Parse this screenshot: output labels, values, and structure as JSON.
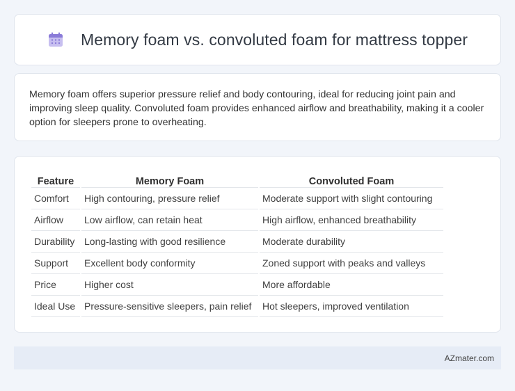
{
  "header": {
    "title": "Memory foam vs. convoluted foam for mattress topper",
    "icon": "calendar-icon",
    "icon_color": "#8a7bd8"
  },
  "summary": {
    "text": "Memory foam offers superior pressure relief and body contouring, ideal for reducing joint pain and improving sleep quality. Convoluted foam provides enhanced airflow and breathability, making it a cooler option for sleepers prone to overheating."
  },
  "table": {
    "headers": [
      "Feature",
      "Memory Foam",
      "Convoluted Foam"
    ],
    "rows": [
      [
        "Comfort",
        "High contouring, pressure relief",
        "Moderate support with slight contouring"
      ],
      [
        "Airflow",
        "Low airflow, can retain heat",
        "High airflow, enhanced breathability"
      ],
      [
        "Durability",
        "Long-lasting with good resilience",
        "Moderate durability"
      ],
      [
        "Support",
        "Excellent body conformity",
        "Zoned support with peaks and valleys"
      ],
      [
        "Price",
        "Higher cost",
        "More affordable"
      ],
      [
        "Ideal Use",
        "Pressure-sensitive sleepers, pain relief",
        "Hot sleepers, improved ventilation"
      ]
    ]
  },
  "footer": {
    "text": "AZmater.com"
  }
}
